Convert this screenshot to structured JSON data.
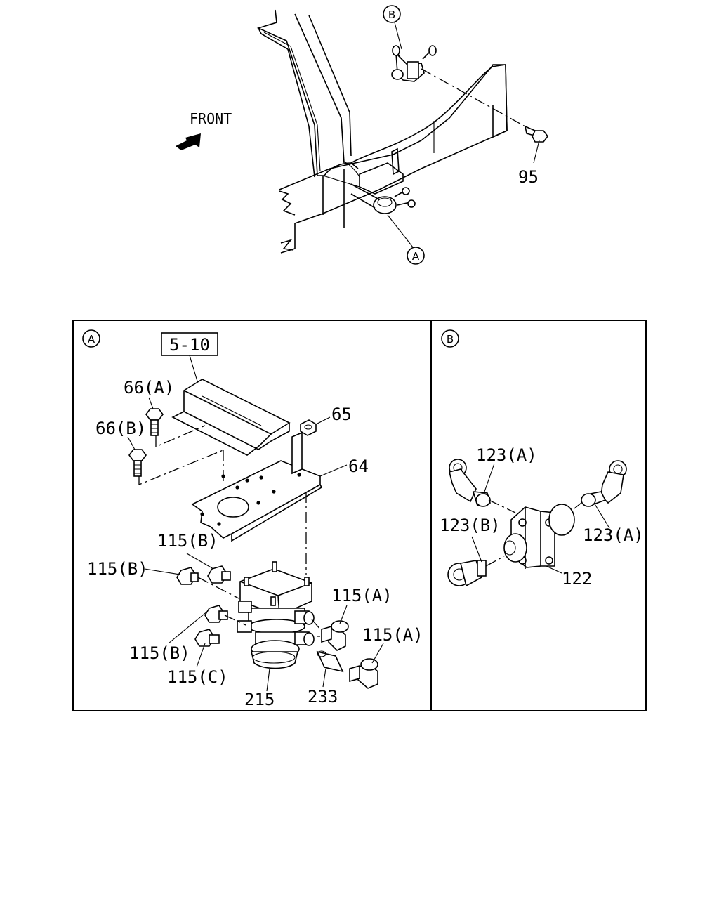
{
  "overview": {
    "front_label": "FRONT",
    "callout_a": "A",
    "callout_b": "B",
    "part_95": "95"
  },
  "panel_a": {
    "tag": "A",
    "ref_box": "5-10",
    "parts": {
      "p66a": "66(A)",
      "p66b": "66(B)",
      "p65": "65",
      "p64": "64",
      "p115b_1": "115(B)",
      "p115b_2": "115(B)",
      "p115b_3": "115(B)",
      "p115c": "115(C)",
      "p115a_1": "115(A)",
      "p115a_2": "115(A)",
      "p215": "215",
      "p233": "233"
    }
  },
  "panel_b": {
    "tag": "B",
    "parts": {
      "p123a_1": "123(A)",
      "p123a_2": "123(A)",
      "p123b": "123(B)",
      "p122": "122"
    }
  }
}
